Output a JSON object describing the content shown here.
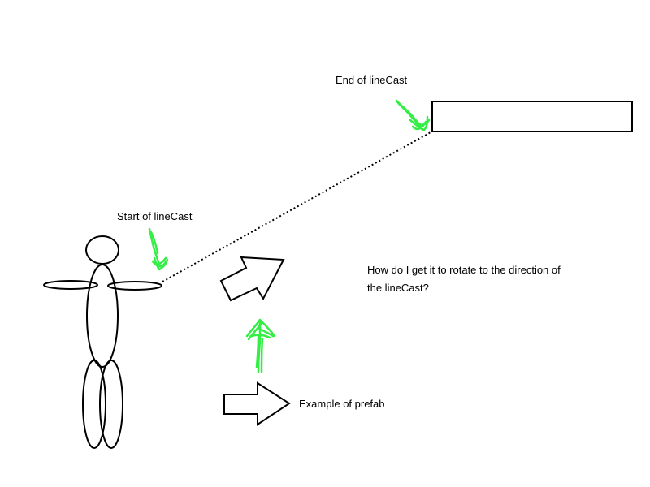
{
  "labels": {
    "end_of_linecast": "End of lineCast",
    "start_of_linecast": "Start of lineCast",
    "question": "How do I get it to rotate to the direction of the lineCast?",
    "example_of_prefab": "Example of prefab"
  },
  "colors": {
    "stroke": "#000000",
    "pointer_green": "#33ee44",
    "background": "#ffffff"
  },
  "icons": [
    "stick-figure",
    "green-scribble-arrow",
    "outline-arrow",
    "dotted-line"
  ]
}
